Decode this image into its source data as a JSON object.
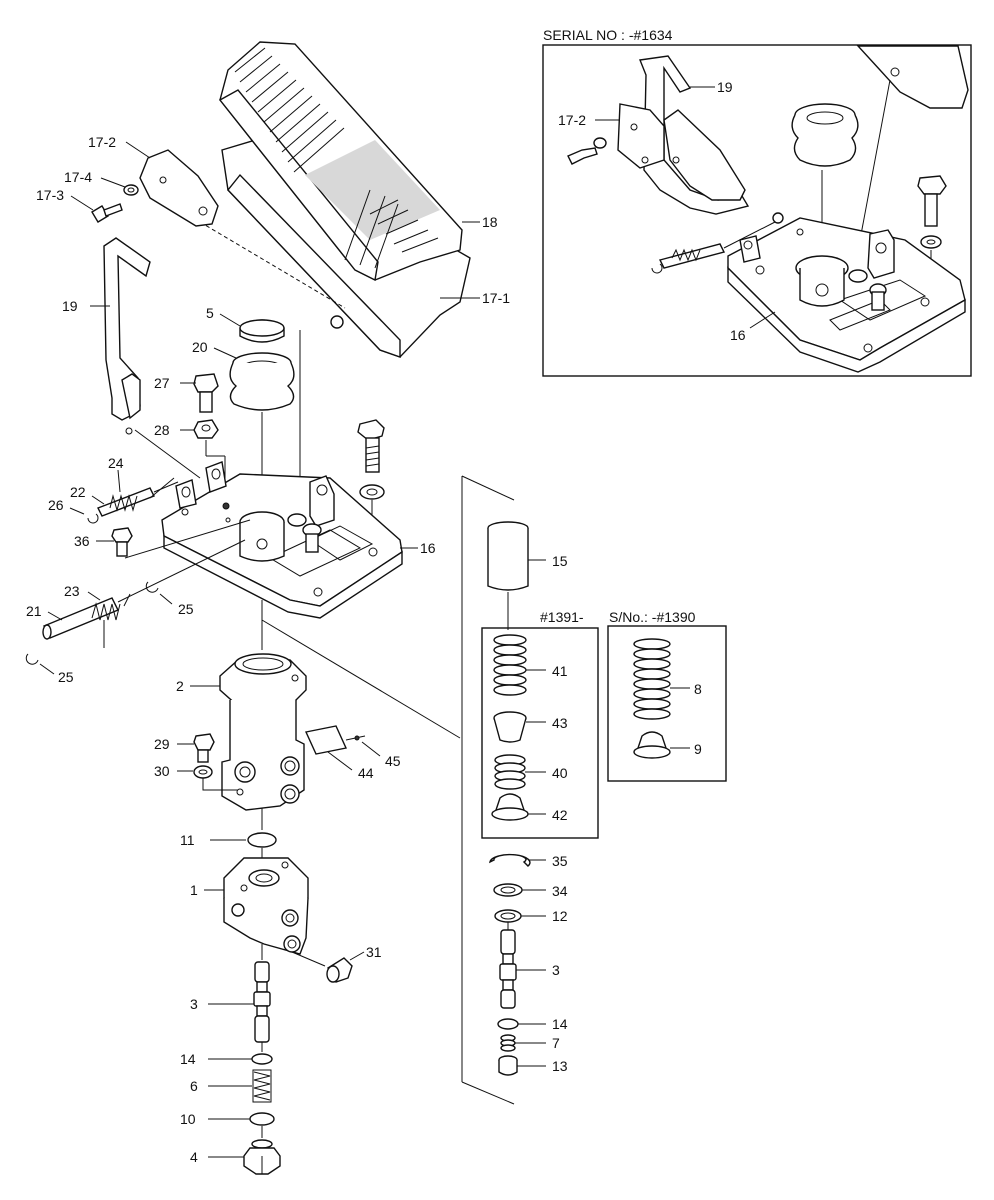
{
  "inset_title": "SERIAL NO : -#1634",
  "box_a_title": "#1391-",
  "box_b_title": "S/No.: -#1390",
  "labels": {
    "p17_2": "17-2",
    "p17_4": "17-4",
    "p17_3": "17-3",
    "p18": "18",
    "p17_1": "17-1",
    "p19": "19",
    "p5": "5",
    "p20": "20",
    "p27": "27",
    "p28": "28",
    "p24": "24",
    "p22": "22",
    "p26": "26",
    "p36": "36",
    "p16": "16",
    "p23": "23",
    "p21": "21",
    "p25a": "25",
    "p25b": "25",
    "p2": "2",
    "p29": "29",
    "p30": "30",
    "p44": "44",
    "p45": "45",
    "p11": "11",
    "p1": "1",
    "p31": "31",
    "p3a": "3",
    "p14a": "14",
    "p6": "6",
    "p10": "10",
    "p4": "4",
    "p15": "15",
    "p41": "41",
    "p43": "43",
    "p40": "40",
    "p42": "42",
    "p8": "8",
    "p9": "9",
    "p35": "35",
    "p34": "34",
    "p12": "12",
    "p3b": "3",
    "p14b": "14",
    "p7": "7",
    "p13": "13",
    "i19": "19",
    "i17_2": "17-2",
    "i16": "16"
  },
  "icons": {
    "pedal": "pedal-icon",
    "base_plate": "base-plate-icon",
    "valve_body": "valve-body-icon",
    "spring": "spring-icon"
  }
}
